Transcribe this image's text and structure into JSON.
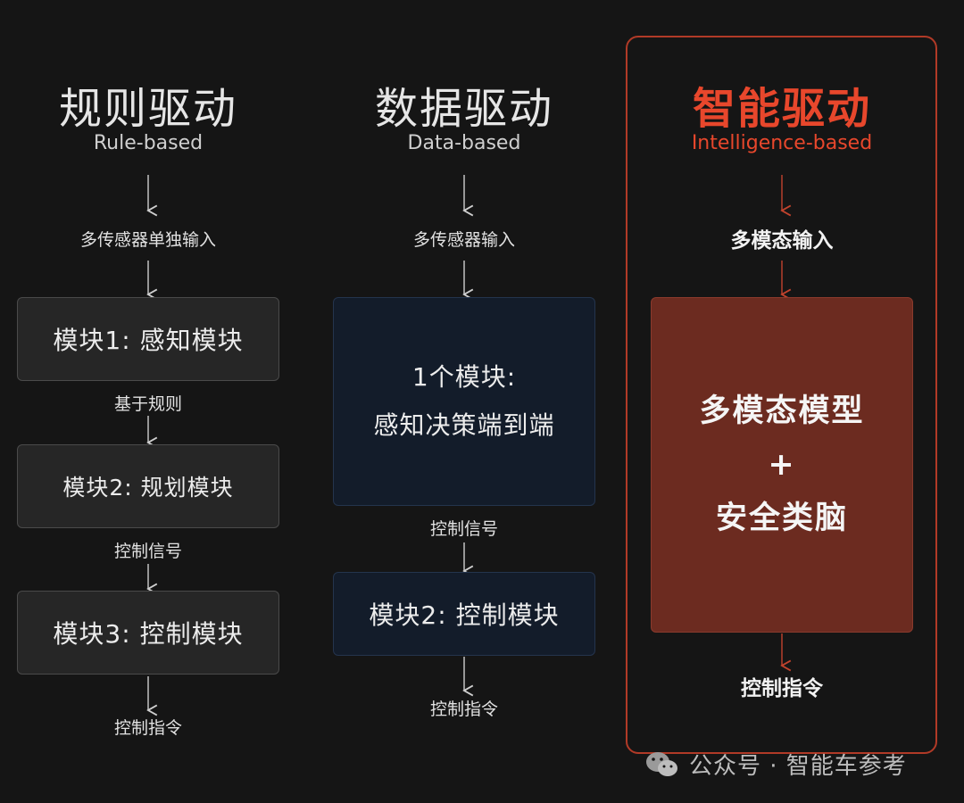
{
  "columns": [
    {
      "title": "规则驱动",
      "subtitle": "Rule-based",
      "input": "多传感器单独输入",
      "module1": "模块1: 感知模块",
      "link1": "基于规则",
      "module2": "模块2: 规划模块",
      "link2": "控制信号",
      "module3": "模块3: 控制模块",
      "output": "控制指令"
    },
    {
      "title": "数据驱动",
      "subtitle": "Data-based",
      "input": "多传感器输入",
      "module1_line1": "1个模块:",
      "module1_line2": "感知决策端到端",
      "link1": "控制信号",
      "module2": "模块2: 控制模块",
      "output": "控制指令"
    },
    {
      "title": "智能驱动",
      "subtitle": "Intelligence-based",
      "input": "多模态输入",
      "model_line1": "多模态模型",
      "model_line2": "+",
      "model_line3": "安全类脑",
      "output": "控制指令"
    }
  ],
  "colors": {
    "accent_red": "#e8472c",
    "panel_border": "#b13a27",
    "model_box": "#6c2b20",
    "navy_box": "#131c2a",
    "gray_box": "#262626"
  },
  "watermark": {
    "icon": "wechat-icon",
    "text": "公众号 · 智能车参考"
  }
}
